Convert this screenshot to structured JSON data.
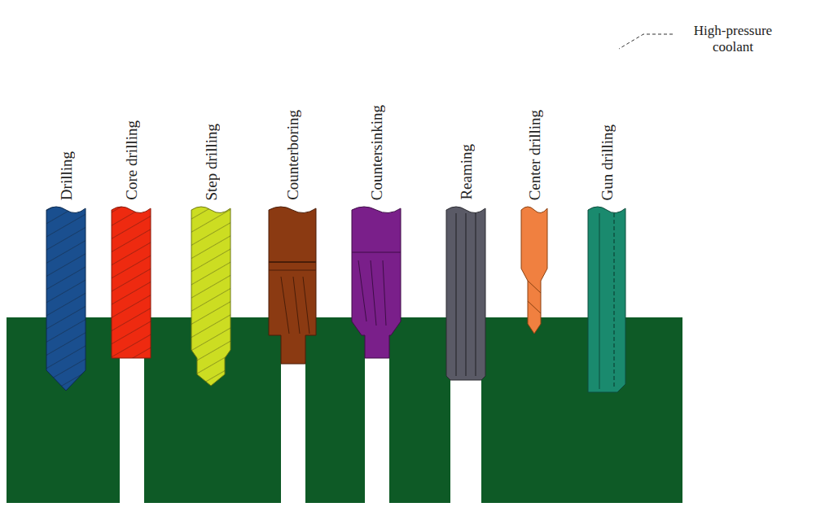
{
  "diagram": {
    "labels": [
      "Drilling",
      "Core drilling",
      "Step drilling",
      "Counterboring",
      "Countersinking",
      "Reaming",
      "Center drilling",
      "Gun drilling",
      "High-pressure coolant"
    ]
  }
}
